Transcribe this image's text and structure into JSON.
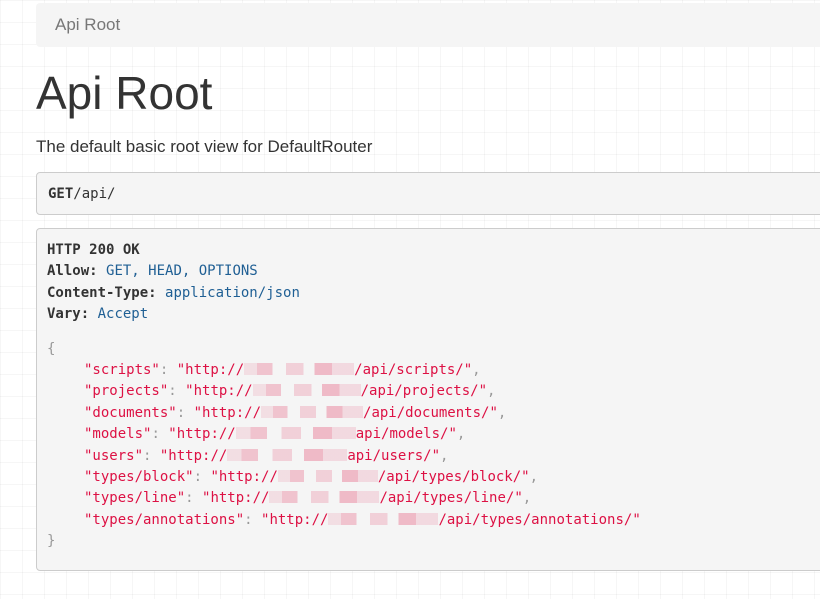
{
  "breadcrumb": {
    "current": "Api Root"
  },
  "page": {
    "title": "Api Root",
    "description": "The default basic root view for DefaultRouter"
  },
  "request": {
    "method": "GET",
    "path": "/api/"
  },
  "response": {
    "status": "HTTP 200 OK",
    "headers": [
      {
        "name": "Allow:",
        "value": "GET, HEAD, OPTIONS"
      },
      {
        "name": "Content-Type:",
        "value": "application/json"
      },
      {
        "name": "Vary:",
        "value": "Accept"
      }
    ],
    "open_brace": "{",
    "close_brace": "}",
    "entries": [
      {
        "key": "\"scripts\"",
        "scheme": "\"http://",
        "path": "/api/scripts/\""
      },
      {
        "key": "\"projects\"",
        "scheme": "\"http://",
        "path": "/api/projects/\""
      },
      {
        "key": "\"documents\"",
        "scheme": "\"http://",
        "path": "/api/documents/\""
      },
      {
        "key": "\"models\"",
        "scheme": "\"http://",
        "path": "api/models/\""
      },
      {
        "key": "\"users\"",
        "scheme": "\"http://",
        "path": "api/users/\""
      },
      {
        "key": "\"types/block\"",
        "scheme": "\"http://",
        "path": "/api/types/block/\""
      },
      {
        "key": "\"types/line\"",
        "scheme": "\"http://",
        "path": "/api/types/line/\""
      },
      {
        "key": "\"types/annotations\"",
        "scheme": "\"http://",
        "path": "/api/types/annotations/\""
      }
    ]
  },
  "colors": {
    "header_value": "#1f5f94",
    "string": "#dd1144",
    "punctuation": "#999999",
    "panel_background": "#f5f5f5"
  }
}
